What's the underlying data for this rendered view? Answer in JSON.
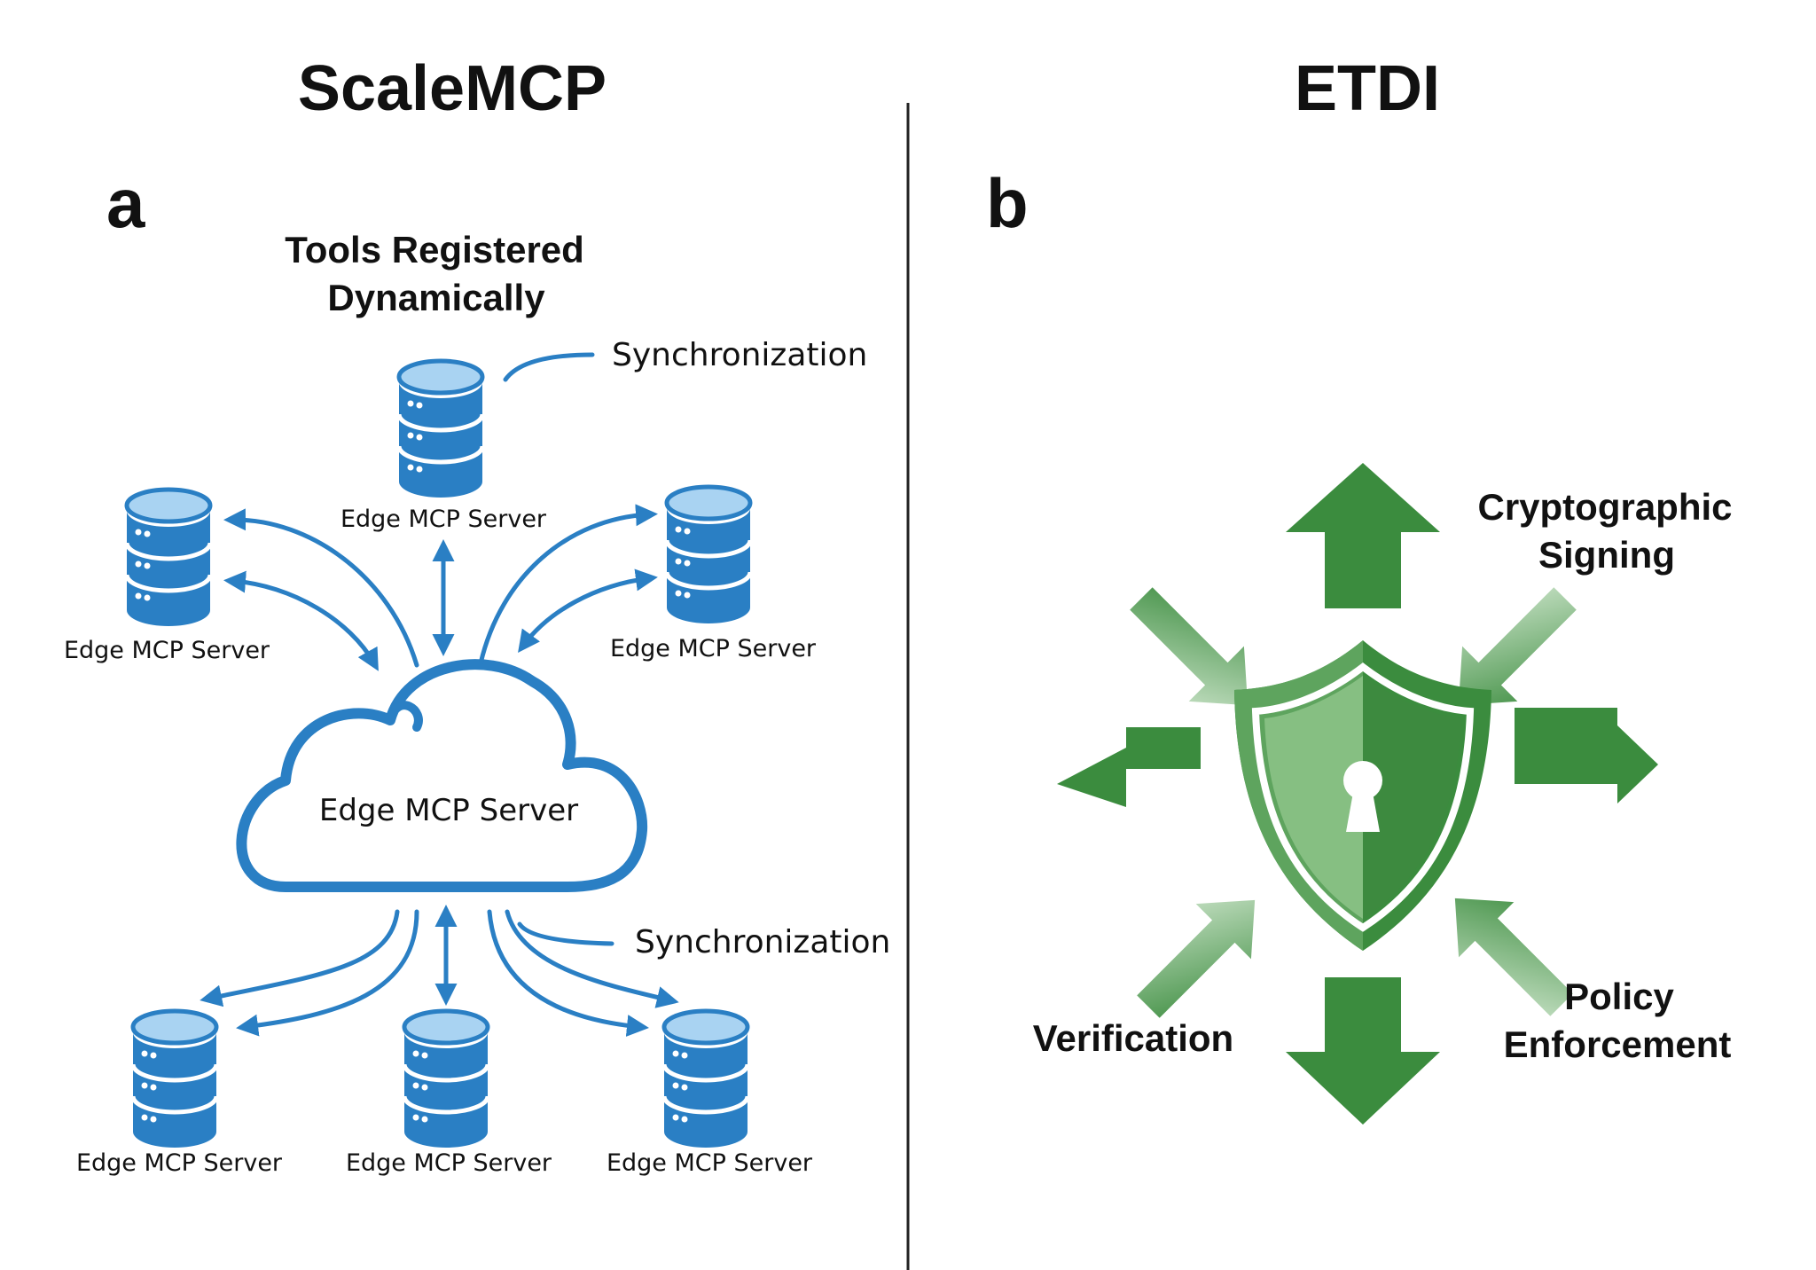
{
  "panels": {
    "a": {
      "title": "ScaleMCP",
      "letter": "a",
      "heading_line1": "Tools Registered",
      "heading_line2": "Dynamically",
      "sync_top": "Synchronization",
      "sync_bottom": "Synchronization",
      "cloud_label": "Edge MCP Server",
      "servers": {
        "top": "Edge MCP Server",
        "upper_left": "Edge MCP Server",
        "upper_right": "Edge MCP Server",
        "bottom_left": "Edge MCP Server",
        "bottom_center": "Edge MCP Server",
        "bottom_right": "Edge MCP Server"
      }
    },
    "b": {
      "title": "ETDI",
      "letter": "b",
      "signing_line1": "Cryptographic",
      "signing_line2": "Signing",
      "verification": "Verification",
      "policy_line1": "Policy",
      "policy_line2": "Enforcement"
    }
  },
  "colors": {
    "blue": "#2a7fc4",
    "blue_light": "#a9d3f2",
    "green_dark": "#3b8c3e",
    "green_light": "#8fc48d",
    "divider": "#222222"
  },
  "icons": {
    "server": "database-cylinder-icon",
    "cloud": "cloud-icon",
    "shield": "shield-keyhole-icon",
    "arrow": "arrow-icon"
  }
}
